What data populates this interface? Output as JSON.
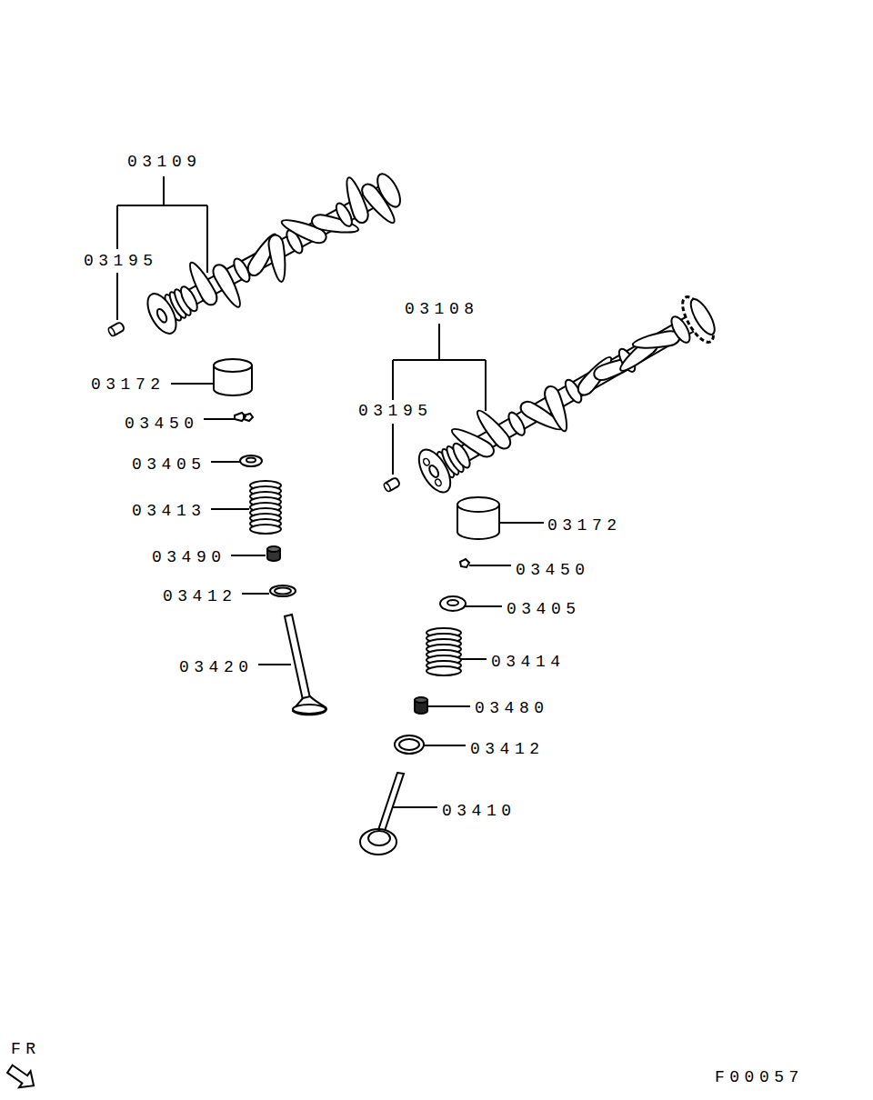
{
  "diagram": {
    "labels": [
      "03109",
      "03195",
      "03172",
      "03450",
      "03405",
      "03413",
      "03490",
      "03412",
      "03420",
      "03108",
      "03195",
      "03172",
      "03450",
      "03405",
      "03414",
      "03480",
      "03412",
      "03410",
      "FR",
      "F00057"
    ]
  }
}
